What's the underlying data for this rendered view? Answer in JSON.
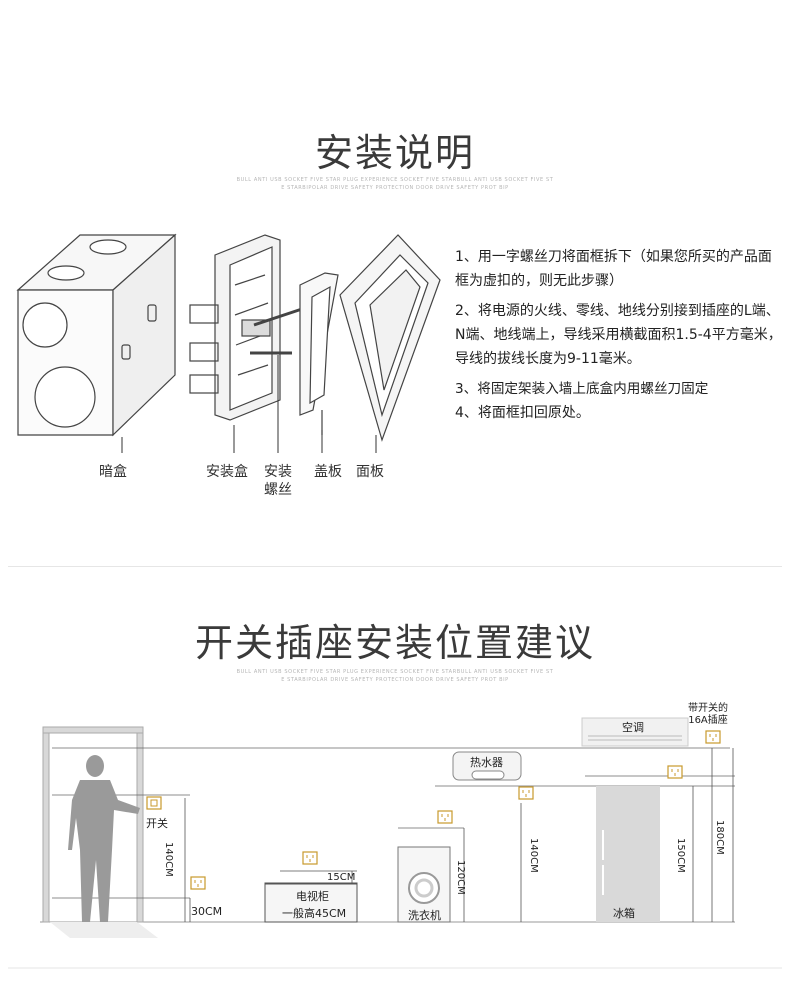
{
  "section1": {
    "title": "安装说明",
    "tagline_1": "BULL ANTI USB SOCKET FIVE STAR PLUG EXPERIENCE SOCKET FIVE STARBULL ANTI USB SOCKET FIVE ST",
    "tagline_2": "E STARBIPOLAR DRIVE SAFETY PROTECTION DOOR  DRIVE SAFETY PROT BIP",
    "parts": {
      "box": "暗盒",
      "mount_box": "安装盒",
      "screw": "安装\n螺丝",
      "cover": "盖板",
      "panel": "面板"
    },
    "steps": [
      "1、用一字螺丝刀将面框拆下（如果您所买的产品面框为虚扣的，则无此步骤）",
      "2、将电源的火线、零线、地线分别接到插座的L端、N端、地线端上，导线采用横截面积1.5-4平方毫米，导线的拔线长度为9-11毫米。",
      "3、将固定架装入墙上底盒内用螺丝刀固定",
      "4、将面框扣回原处。"
    ]
  },
  "section2": {
    "title": "开关插座安装位置建议",
    "tagline_1": "BULL ANTI USB SOCKET FIVE STAR PLUG EXPERIENCE SOCKET FIVE STARBULL ANTI USB SOCKET FIVE ST",
    "tagline_2": "E STARBIPOLAR DRIVE SAFETY PROTECTION DOOR  DRIVE SAFETY PROT BIP",
    "labels": {
      "switch": "开关",
      "h140_switch": "140CM",
      "h30": "30CM",
      "h15": "15CM",
      "tv_cabinet": "电视柜",
      "tv_height": "一般高45CM",
      "washer": "洗衣机",
      "h120": "120CM",
      "heater": "热水器",
      "h140_heater": "140CM",
      "fridge": "冰箱",
      "h150": "150CM",
      "ac": "空调",
      "ac_socket": "带开关的\n16A插座",
      "h180": "180CM"
    },
    "colors": {
      "socket": "#c89a2c",
      "line": "#555555",
      "figure": "#9a9a9a"
    }
  }
}
